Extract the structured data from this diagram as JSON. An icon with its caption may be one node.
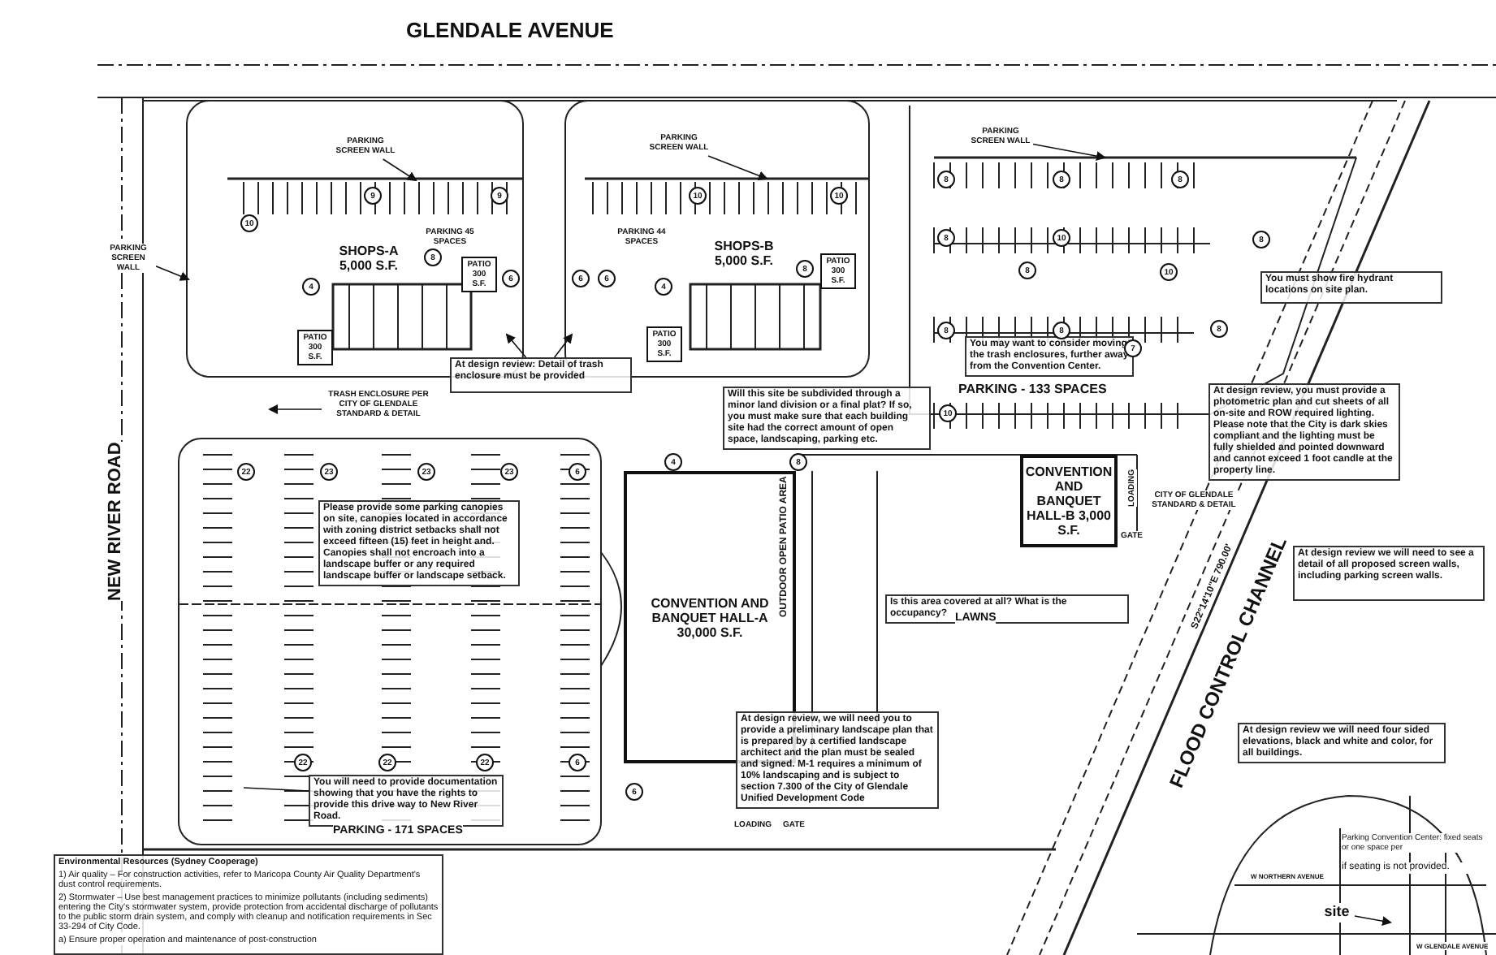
{
  "diagram": {
    "nodes": [
      {
        "text": [
          "CONVENTION AND BANQUET HALL-A 30,000 S.F."
        ]
      },
      {
        "text": [
          "CONVENTION AND BANQUET HALL-B 3,000 S.F."
        ]
      },
      {
        "text": [
          "At design review: Detail of trash enclosure must be provided"
        ]
      },
      {
        "text": [
          "Will this site be subdivided through a minor land division or a final plat? If so, you must make sure that each building site had the correct amount of open space, landscaping, parking etc."
        ]
      },
      {
        "text": [
          "You must show fire hydrant locations on site plan."
        ]
      },
      {
        "text": [
          "You may want to consider moving the trash enclosures, further away from the Convention Center."
        ]
      },
      {
        "text": [
          "At design review, you must provide a photometric plan and cut sheets of all on-site and ROW required lighting. Please note that the City is dark skies compliant and the lighting must be fully shielded and pointed downward and cannot exceed 1 foot candle at the property line."
        ]
      },
      {
        "text": [
          "At design review we will need to see a detail of all proposed screen walls, including parking screen walls."
        ]
      },
      {
        "text": [
          "Please provide some parking canopies on site, canopies located in accordance with zoning district setbacks shall not exceed fifteen (15) feet in height and. Canopies shall not encroach into a landscape buffer or any required landscape buffer or landscape setback."
        ]
      },
      {
        "text": [
          "Is this area covered at all? What is the occupancy?"
        ]
      },
      {
        "text": [
          "At design review, we will need you to provide a preliminary landscape plan that is prepared by a certified landscape architect and the plan must be sealed and signed. M-1 requires a minimum of 10% landscaping and is subject to section 7.300 of the City of Glendale Unified Development Code"
        ]
      },
      {
        "text": [
          "At design review we will need four sided elevations, black and white and color, for all buildings."
        ]
      },
      {
        "text": [
          "You will need to provide documentation showing that you have the rights to provide this drive way to New River Road."
        ]
      },
      {
        "text": [
          "Environmental Resources (Sydney Cooperage)",
          "1) Air quality – For construction activities, refer to Maricopa County Air Quality Department's dust control requirements.",
          "2) Stormwater – Use best management practices to minimize pollutants (including sediments) entering the City's stormwater system, provide protection from accidental discharge of pollutants to the public storm drain system, and comply with cleanup and notification requirements in Sec 33-294 of City Code.",
          "a) Ensure proper operation and maintenance of post-construction"
        ]
      },
      {
        "text": [
          "PARKING SCREEN WALL"
        ]
      },
      {
        "text": [
          "PARKING SCREEN WALL"
        ]
      },
      {
        "text": [
          "PARKING SCREEN WALL"
        ]
      },
      {
        "text": [
          "PARKING SCREEN WALL"
        ]
      },
      {
        "text": [
          "TRASH ENCLOSURE PER CITY OF GLENDALE STANDARD & DETAIL"
        ]
      },
      {
        "text": [
          "CITY OF GLENDALE STANDARD & DETAIL"
        ]
      },
      {
        "text": [
          "site"
        ]
      },
      {
        "text": [
          "PATIO 300 S.F."
        ]
      },
      {
        "text": [
          "PATIO 300 S.F."
        ]
      },
      {
        "text": [
          "PATIO 300 S.F."
        ]
      },
      {
        "text": [
          "PATIO 300 S.F."
        ]
      }
    ],
    "edges": [
      {
        "from": 2,
        "to": null,
        "arrow": "to"
      },
      {
        "from": 2,
        "to": null,
        "arrow": "to"
      },
      {
        "from": 14,
        "to": null,
        "arrow": "to"
      },
      {
        "from": 15,
        "to": null,
        "arrow": "to"
      },
      {
        "from": 16,
        "to": null,
        "arrow": "to"
      },
      {
        "from": 17,
        "to": null,
        "arrow": "to"
      },
      {
        "from": 18,
        "to": null,
        "arrow": "to"
      },
      {
        "from": 12,
        "to": null,
        "arrow": "none"
      },
      {
        "from": 20,
        "to": null,
        "arrow": "to"
      }
    ],
    "labels": [
      "GLENDALE AVENUE",
      "SHOPS-A 5,000 S.F.",
      "PARKING 45 SPACES",
      "PARKING 44 SPACES",
      "SHOPS-B 5,000 S.F.",
      "PARKING - 133 SPACES",
      "LOADING",
      "GATE",
      "NEW RIVER ROAD",
      "OUTDOOR OPEN PATIO AREA",
      "LAWNS",
      "S22°14'10\"E 790.00'",
      "FLOOD CONTROL CHANNEL",
      "PARKING - 171 SPACES",
      "LOADING",
      "GATE",
      "Parking Convention Center: fixed seats or one space per",
      "if seating is not provided.",
      "W NORTHERN AVENUE",
      "W GLENDALE AVENUE",
      "10",
      "9",
      "9",
      "8",
      "4",
      "6",
      "6",
      "6",
      "4",
      "10",
      "10",
      "8",
      "8",
      "8",
      "8",
      "8",
      "10",
      "8",
      "10",
      "8",
      "8",
      "8",
      "7",
      "8",
      "10",
      "4",
      "8",
      "22",
      "23",
      "23",
      "23",
      "6",
      "22",
      "22",
      "22",
      "6",
      "6"
    ]
  }
}
